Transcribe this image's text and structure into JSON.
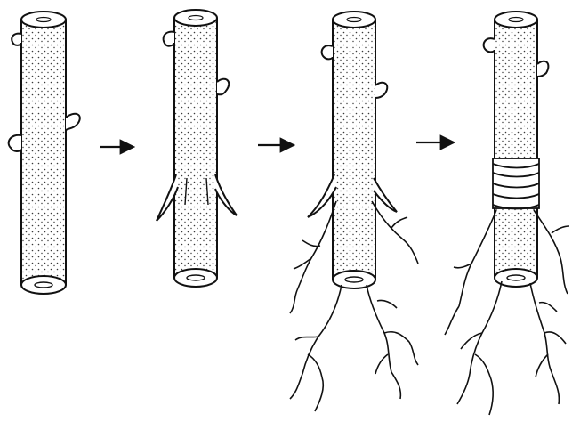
{
  "figure": {
    "stages": [
      {
        "id": "cutting"
      },
      {
        "id": "bark-slit"
      },
      {
        "id": "rooted"
      },
      {
        "id": "bound"
      }
    ],
    "arrows": [
      {
        "from": "cutting",
        "to": "bark-slit"
      },
      {
        "from": "bark-slit",
        "to": "rooted"
      },
      {
        "from": "rooted",
        "to": "bound"
      }
    ],
    "colors": {
      "ink": "#111111",
      "paper": "#ffffff",
      "stipple": "#3a3a3a"
    }
  }
}
